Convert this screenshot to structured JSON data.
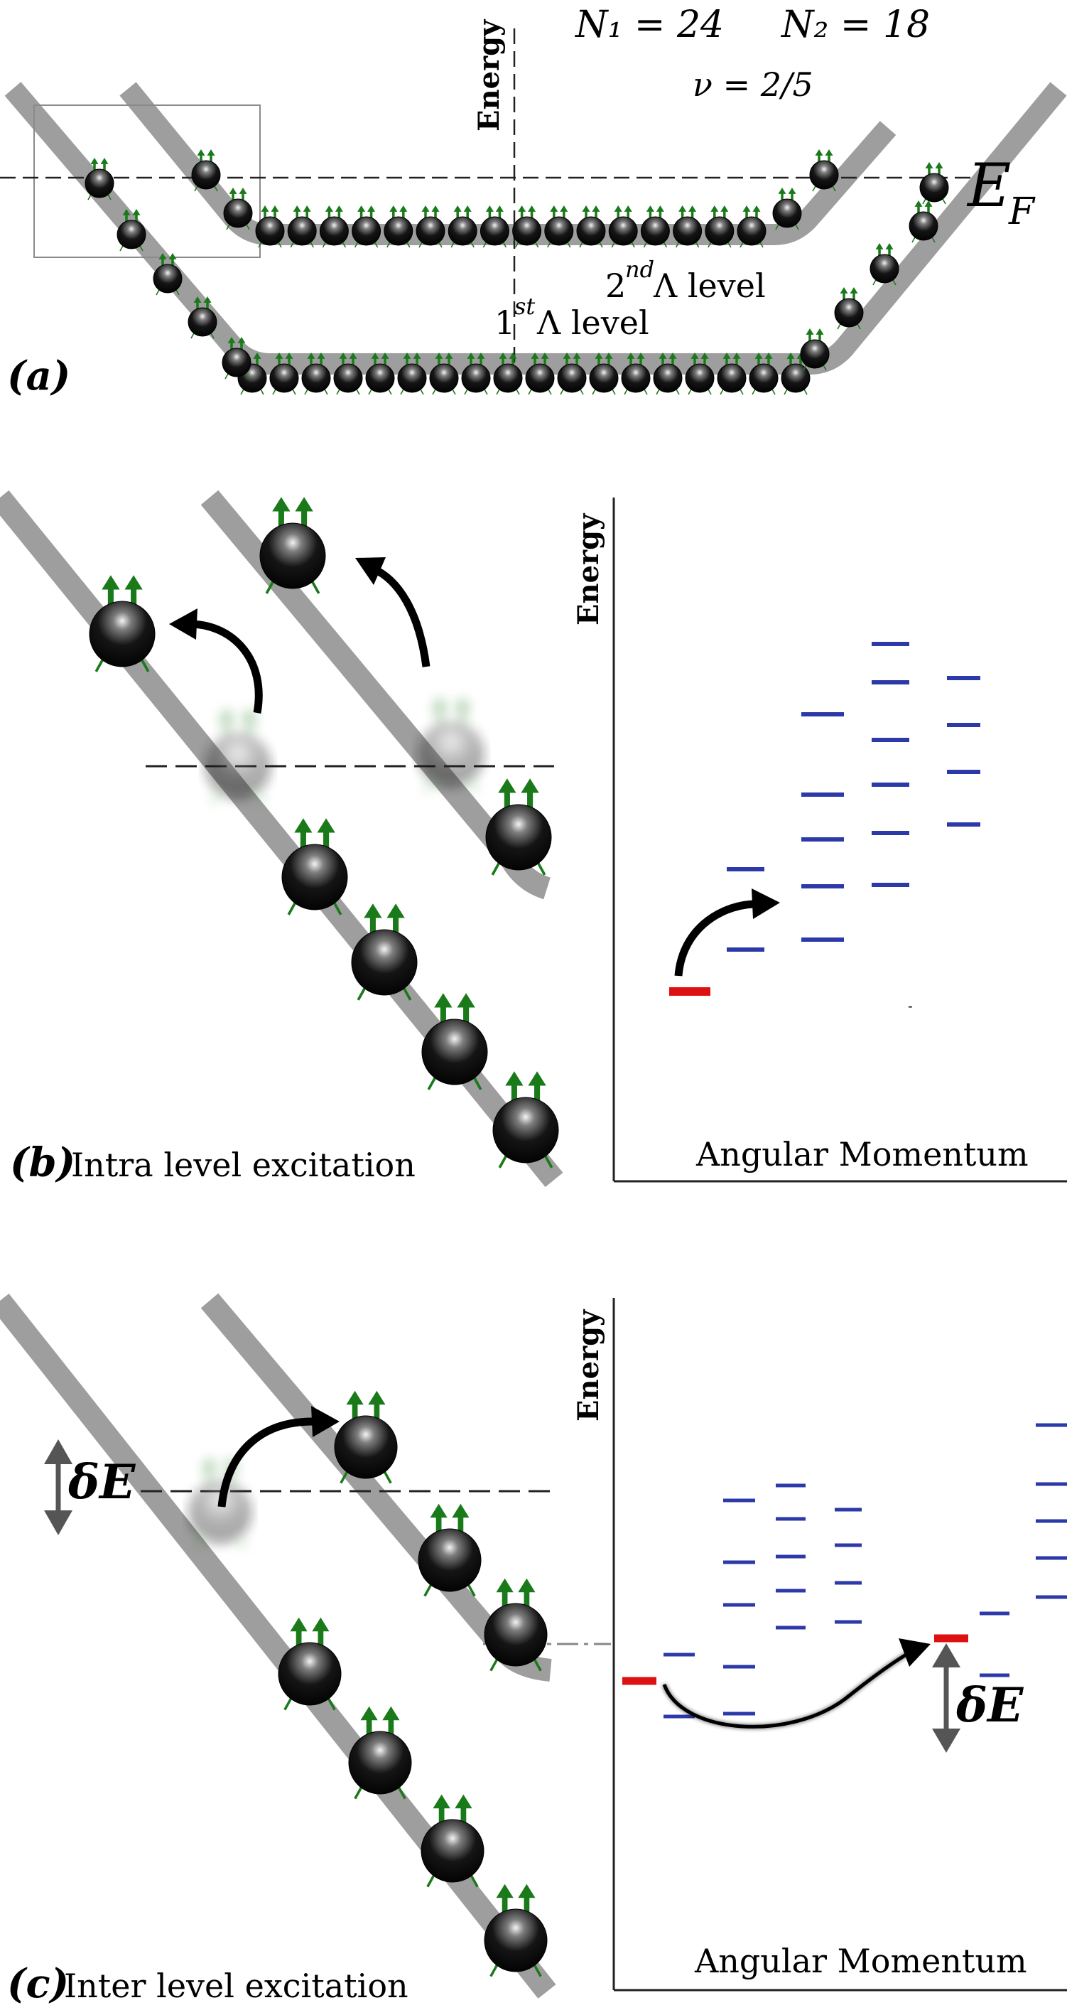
{
  "colors": {
    "band": "#9e9e9e",
    "particle": "#111111",
    "arrow": "#1a7a1a",
    "level_blue": "#2b3aa8",
    "level_red": "#dd1111",
    "text": "#111111"
  },
  "panel_a": {
    "tag": "(a)",
    "params_n1": "N₁ = 24",
    "params_n2": "N₂ = 18",
    "params_nu": "ν = 2/5",
    "energy_label": "Energy",
    "fermi_label": "E",
    "fermi_sub": "F",
    "level2_sup": "nd",
    "level2_num": "2",
    "level2_text": "Λ level",
    "level1_sup": "st",
    "level1_num": "1",
    "level1_text": "Λ level"
  },
  "panel_b": {
    "tag": "(b)",
    "caption": "Intra level excitation",
    "energy_label": "Energy",
    "x_label": "Angular Momentum"
  },
  "panel_c": {
    "tag": "(c)",
    "caption": "Inter level excitation",
    "energy_label": "Energy",
    "x_label": "Angular Momentum",
    "gap_label": "δE"
  }
}
